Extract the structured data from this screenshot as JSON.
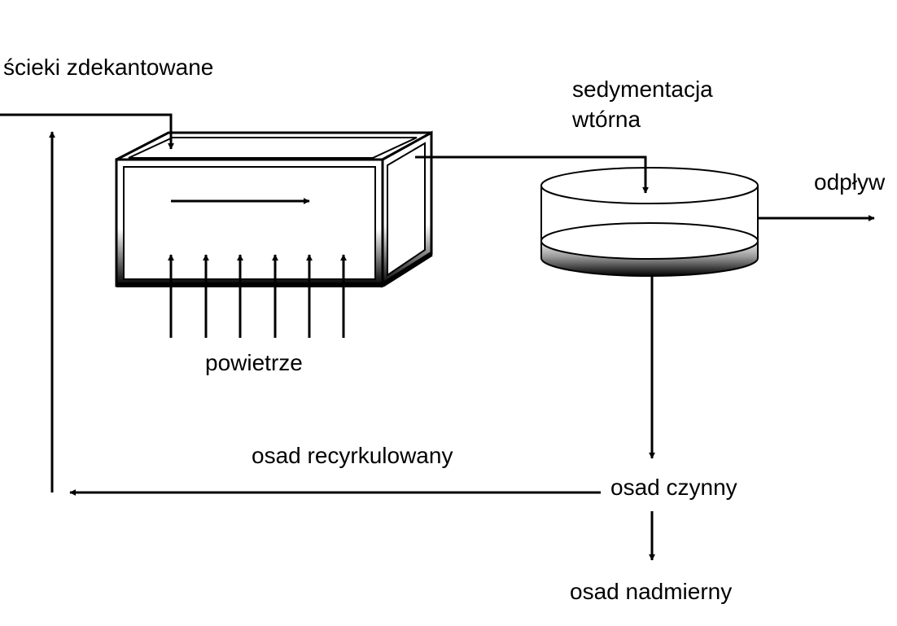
{
  "labels": {
    "inflow": "ścieki zdekantowane",
    "secondary_sedimentation_line1": "sedymentacja",
    "secondary_sedimentation_line2": "wtórna",
    "outflow": "odpływ",
    "air": "powietrze",
    "recycled_sludge": "osad recyrkulowany",
    "activated_sludge": "osad czynny",
    "excess_sludge": "osad nadmierny"
  },
  "colors": {
    "ink": "#000000",
    "background": "#ffffff"
  }
}
